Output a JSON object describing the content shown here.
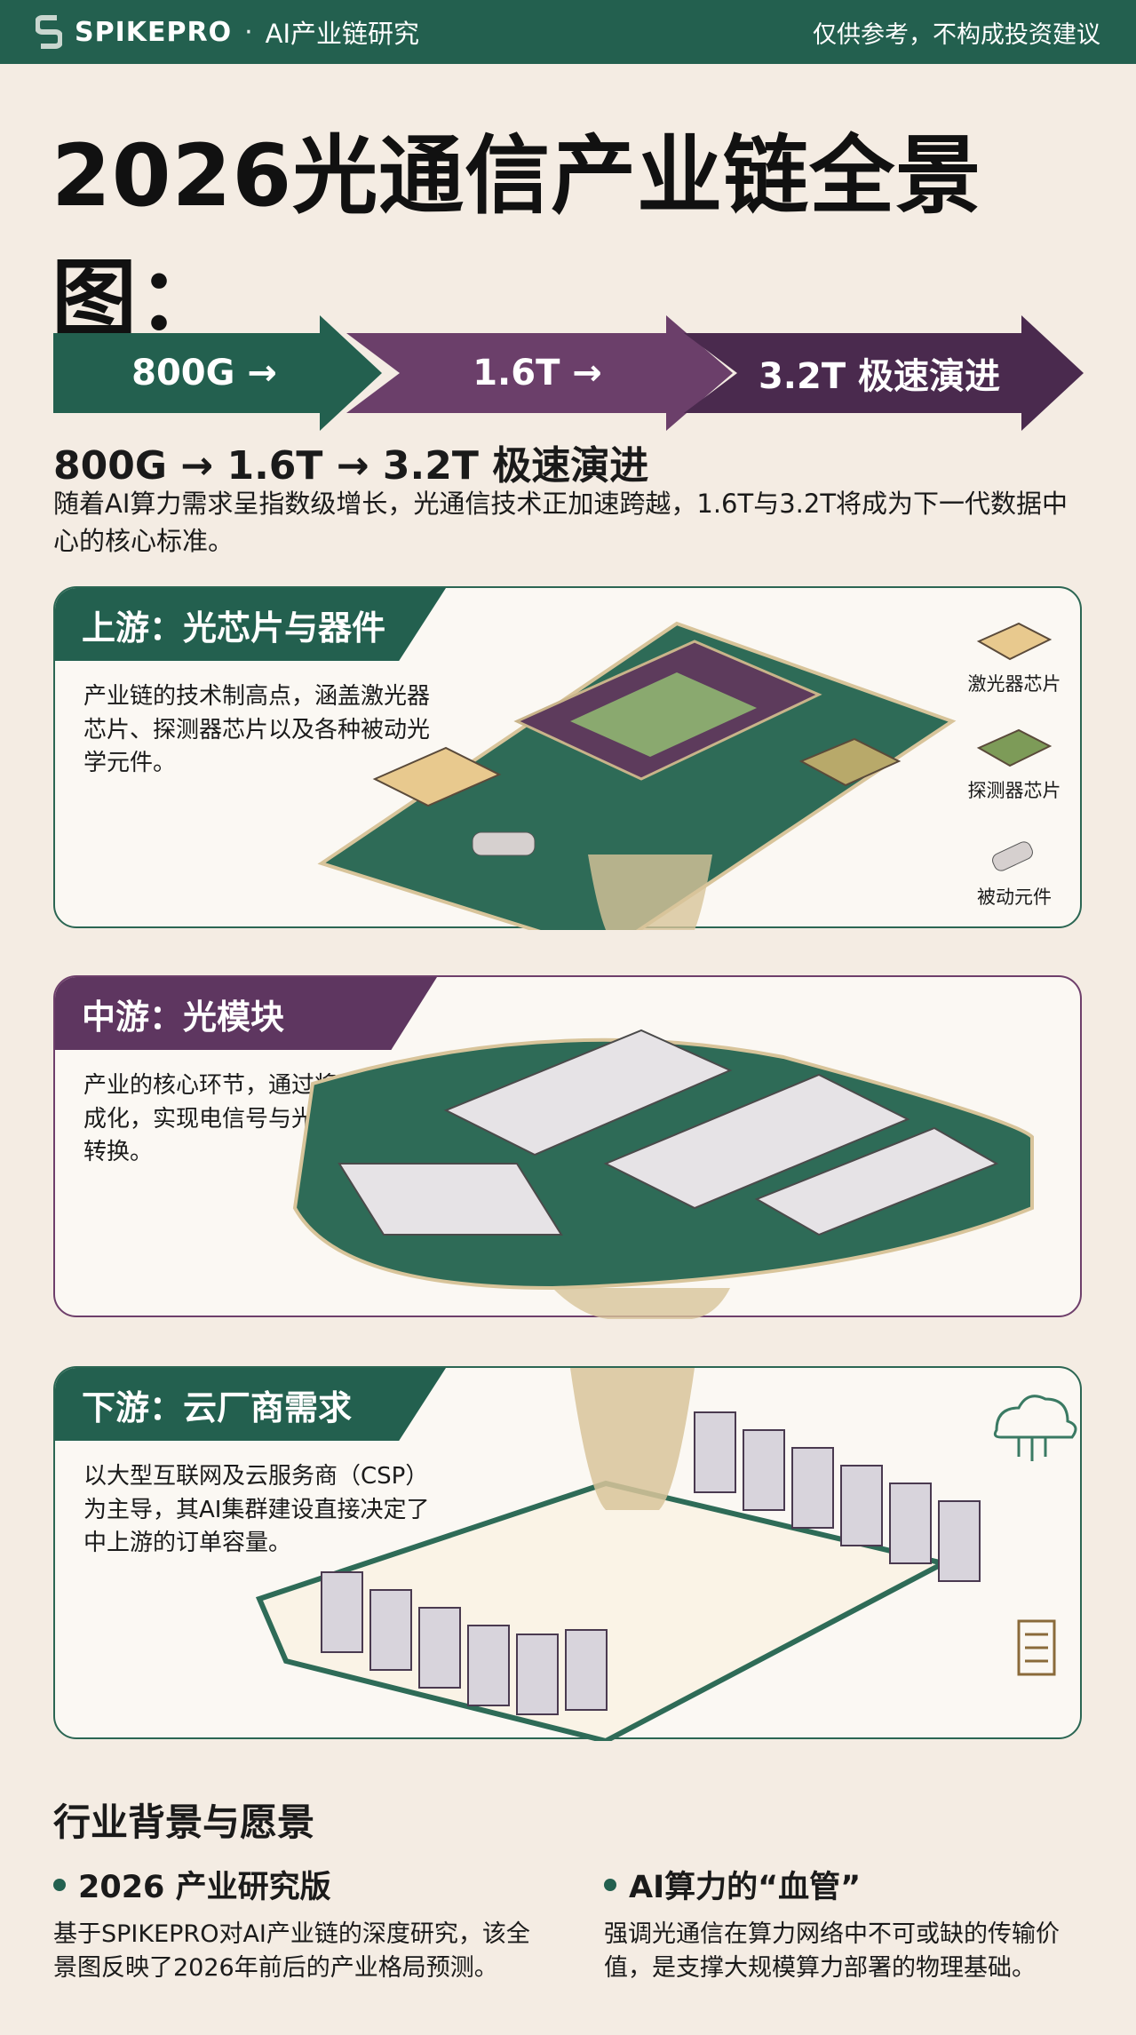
{
  "header": {
    "brand_name": "SPIKEPRO",
    "brand_separator": "·",
    "brand_subtitle": "AI产业链研究",
    "disclaimer": "仅供参考，不构成投资建议"
  },
  "title": "2026光通信产业链全景图：",
  "speed_arrows": [
    "800G →",
    "1.6T →",
    "3.2T 极速演进"
  ],
  "speed_heading": "800G → 1.6T → 3.2T 极速演进",
  "speed_desc": "随着AI算力需求呈指数级增长，光通信技术正加速跨越，1.6T与3.2T将成为下一代数据中心的核心标准。",
  "upstream": {
    "title": "上游：光芯片与器件",
    "desc": "产业链的技术制高点，涵盖激光器芯片、探测器芯片以及各种被动光学元件。",
    "labels": [
      "激光器芯片",
      "探测器芯片",
      "被动元件"
    ]
  },
  "midstream": {
    "title": "中游：光模块",
    "desc": "产业的核心环节，通过将光芯片集成化，实现电信号与光信号的高速转换。"
  },
  "downstream": {
    "title": "下游：云厂商需求",
    "desc": "以大型互联网及云服务商（CSP）为主导，其AI集群建设直接决定了中上游的订单容量。"
  },
  "background": {
    "title": "行业背景与愿景",
    "items": [
      {
        "heading": "2026 产业研究版",
        "text": "基于SPIKEPRO对AI产业链的深度研究，该全景图反映了2026年前后的产业格局预测。"
      },
      {
        "heading": "AI算力的“血管”",
        "text": "强调光通信在算力网络中不可或缺的传输价值，是支撑大规模算力部署的物理基础。"
      }
    ]
  },
  "colors": {
    "green": "#23604f",
    "purple": "#5e3660",
    "background": "#f4ece3"
  }
}
